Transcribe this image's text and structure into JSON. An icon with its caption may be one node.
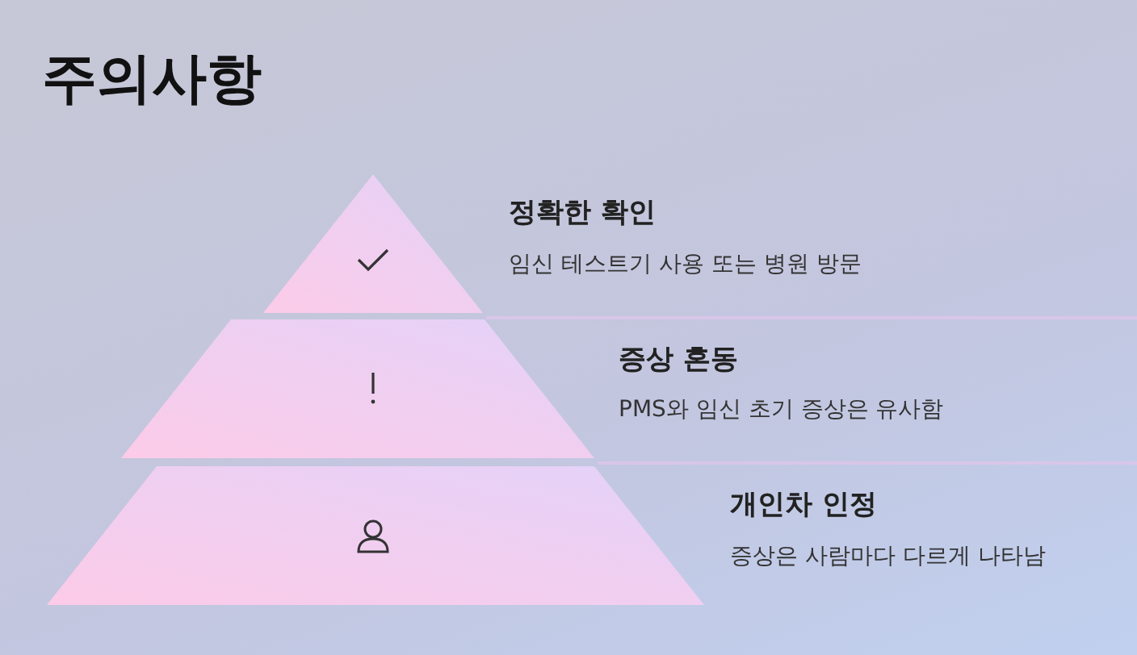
{
  "diagram": {
    "title": "주의사항",
    "nodes": [
      {
        "text": [],
        "shape": "triangle",
        "beside": [
          "정확한 확인",
          "임신 테스트기 사용 또는 병원 방문"
        ]
      },
      {
        "text": [],
        "shape": "trapezoid",
        "beside": [
          "증상 혼동",
          "PMS와 임신 초기 증상은 유사함"
        ]
      },
      {
        "text": [],
        "shape": "trapezoid",
        "beside": [
          "개인차 인정",
          "증상은 사람마다 다르게 나타남"
        ]
      }
    ]
  }
}
